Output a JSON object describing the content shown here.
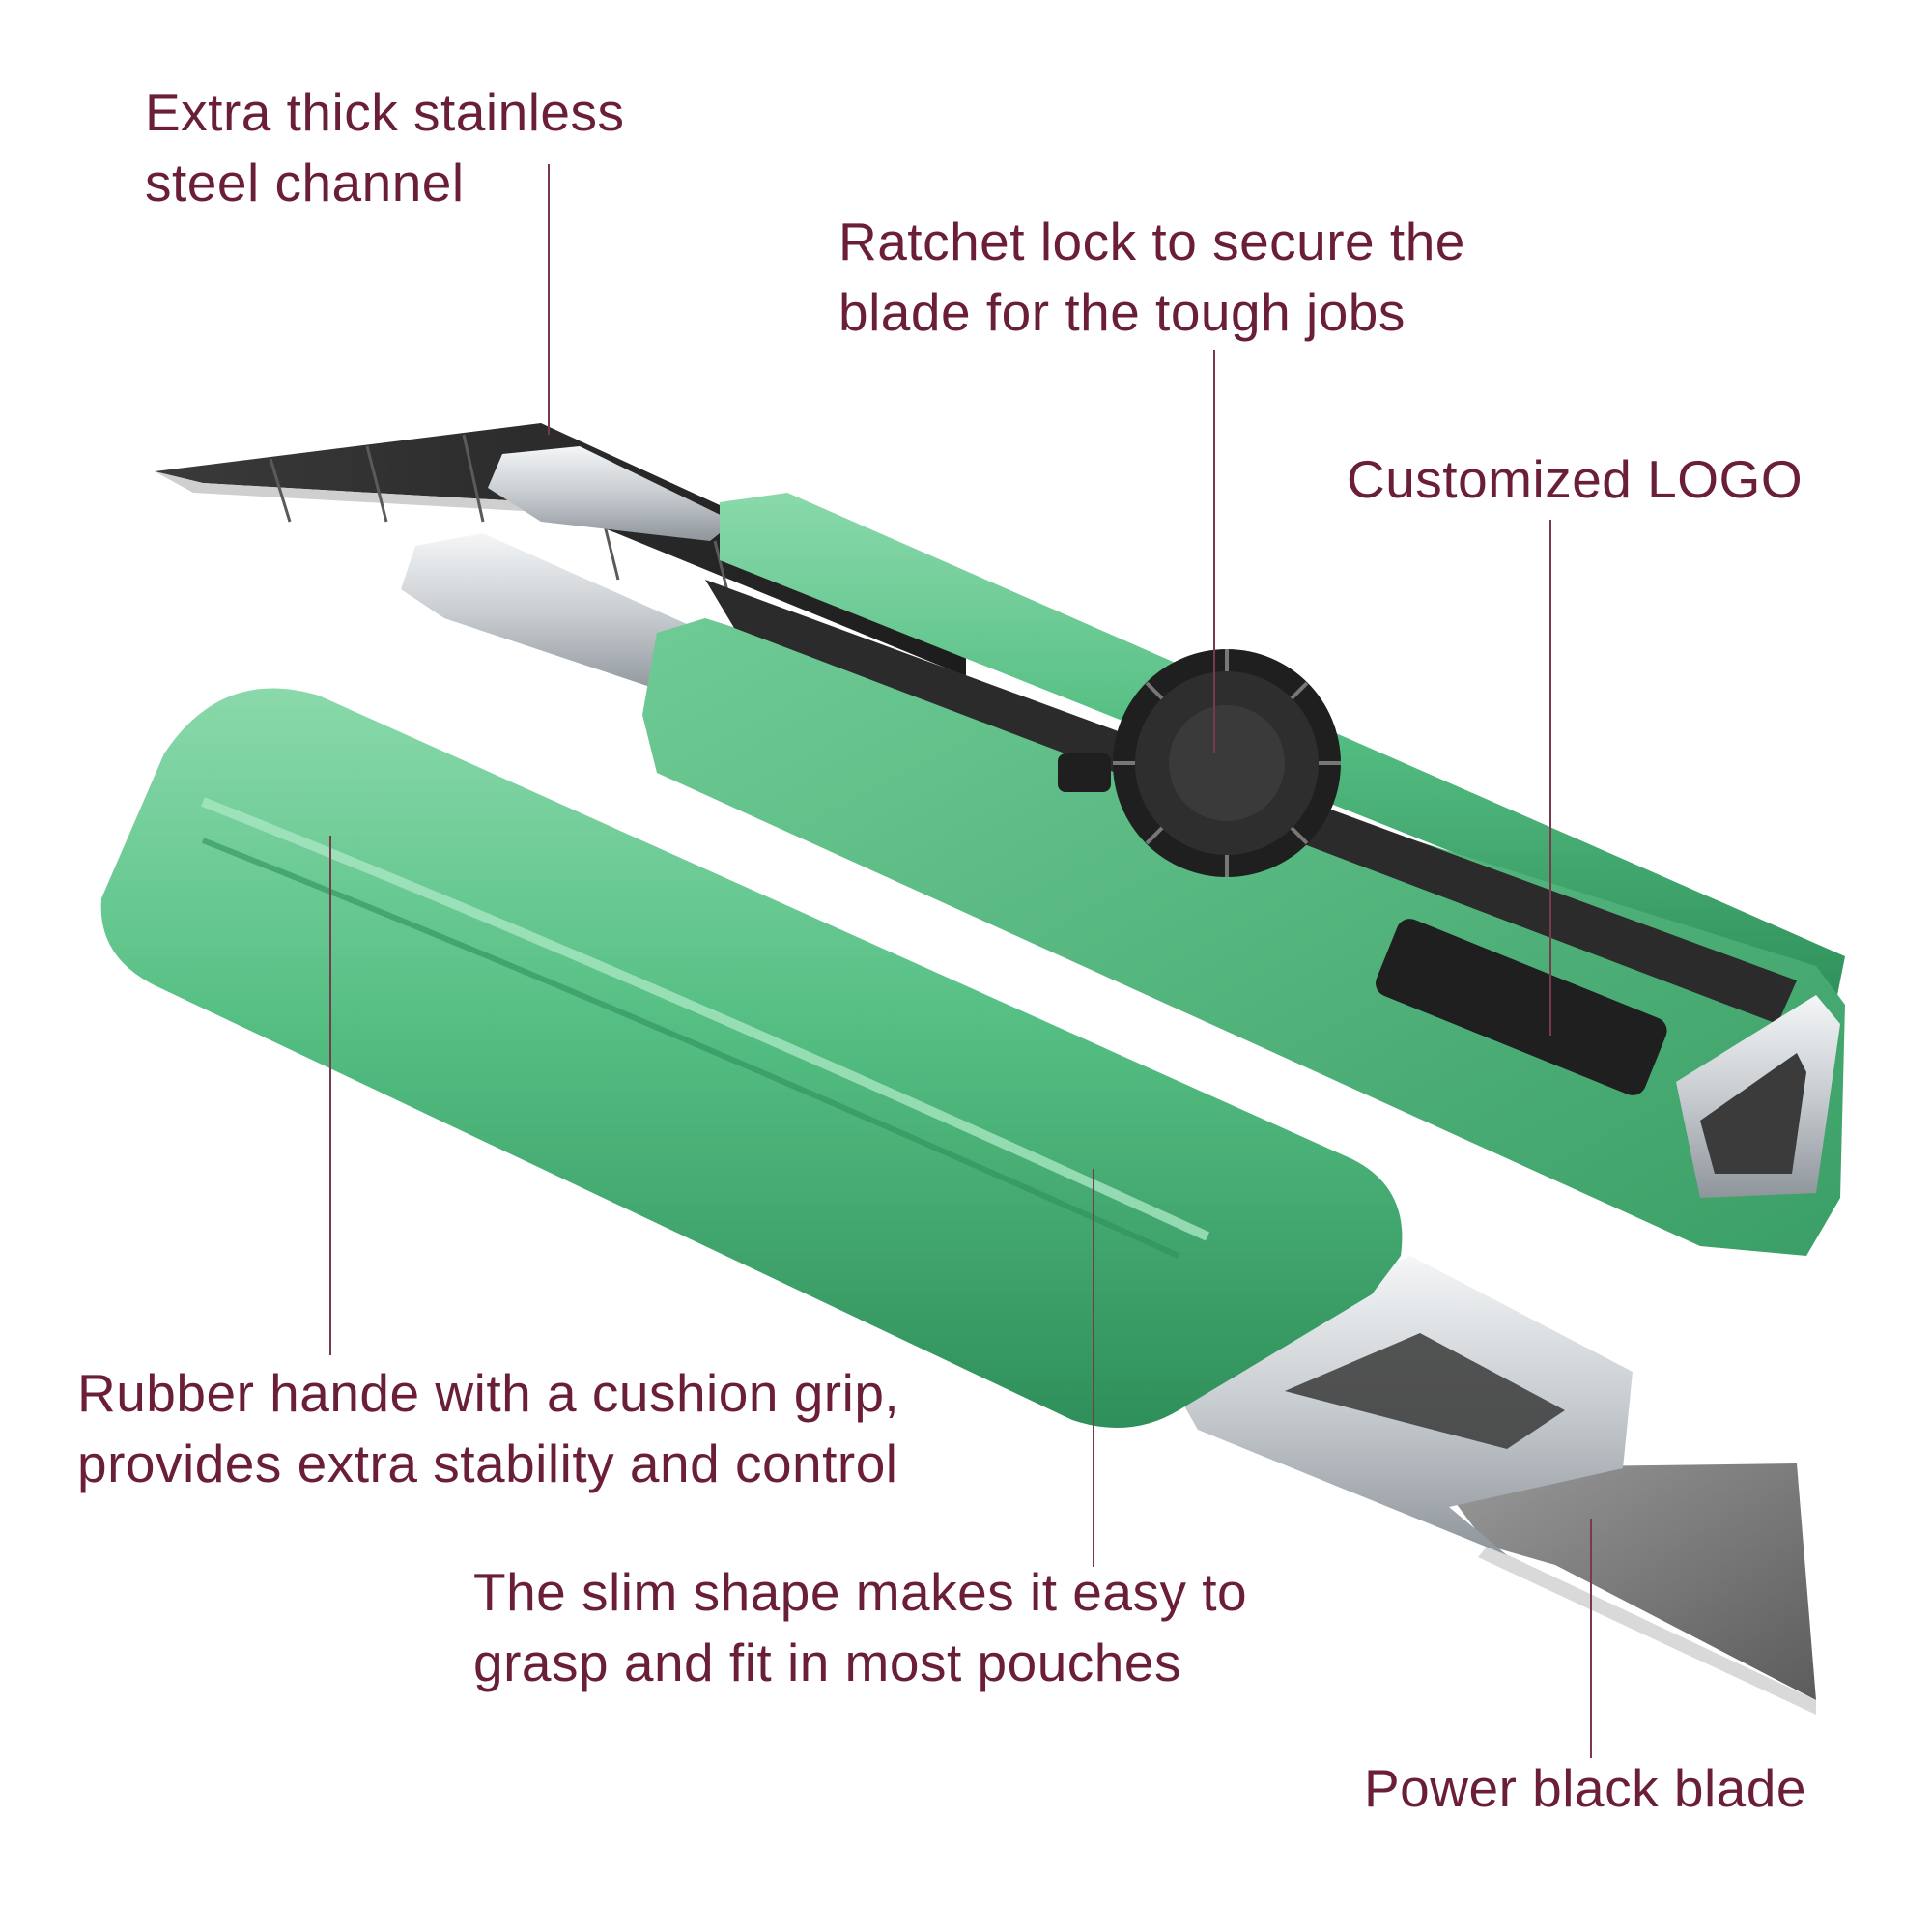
{
  "theme": {
    "text_color": "#6b1f37",
    "leader_color": "#7a3a4d",
    "handle_green": "#4cb97d",
    "handle_green_light": "#7fd3a2",
    "handle_green_dark": "#2f8f5a",
    "steel": "#d9dde0",
    "blade_dark": "#2a2a2a"
  },
  "callouts": {
    "steel_channel": {
      "line1": "Extra thick stainless",
      "line2": "steel channel"
    },
    "ratchet_lock": {
      "line1": "Ratchet lock to secure the",
      "line2": "blade for the tough jobs"
    },
    "logo": {
      "line1": "Customized LOGO"
    },
    "rubber_handle": {
      "line1": "Rubber hande with a cushion grip,",
      "line2": "provides extra stability and control"
    },
    "slim_shape": {
      "line1": "The slim shape makes it easy to",
      "line2": "grasp and fit in most pouches"
    },
    "blade": {
      "line1": "Power black blade"
    }
  }
}
